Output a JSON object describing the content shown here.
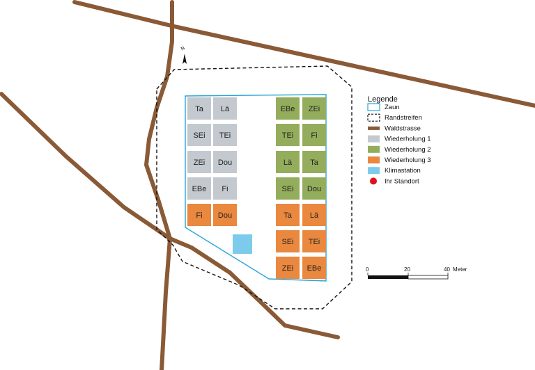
{
  "colors": {
    "road": "#8a5a36",
    "fence": "#29a4d8",
    "rep1": "#c3c9cf",
    "rep2": "#94ad5c",
    "rep3": "#e9883e",
    "climate": "#7ccbec",
    "location": "#e0101c"
  },
  "north_label": "N",
  "legend": {
    "title": "Legende",
    "items": [
      {
        "label": "Zaun",
        "symbol": "fence-outline"
      },
      {
        "label": "Randstreifen",
        "symbol": "dashed-outline"
      },
      {
        "label": "Waldstrasse",
        "symbol": "brown-line"
      },
      {
        "label": "Wiederholung 1",
        "symbol": "grey-square"
      },
      {
        "label": "Wiederholung 2",
        "symbol": "green-square"
      },
      {
        "label": "Wiederholung 3",
        "symbol": "orange-square"
      },
      {
        "label": "Klimastation",
        "symbol": "blue-square"
      },
      {
        "label": "Ihr Standort",
        "symbol": "red-dot"
      }
    ]
  },
  "scalebar": {
    "ticks": [
      "0",
      "20",
      "40"
    ],
    "unit": "Meter"
  },
  "plots": {
    "left": [
      [
        "Ta",
        "Lä"
      ],
      [
        "SEi",
        "TEi"
      ],
      [
        "ZEi",
        "Dou"
      ],
      [
        "EBe",
        "Fi"
      ],
      [
        "Fi",
        "Dou"
      ]
    ],
    "left_rep": [
      1,
      1,
      1,
      1,
      3
    ],
    "right": [
      [
        "EBe",
        "ZEi"
      ],
      [
        "TEi",
        "Fi"
      ],
      [
        "Lä",
        "Ta"
      ],
      [
        "SEi",
        "Dou"
      ],
      [
        "Ta",
        "Lä"
      ],
      [
        "SEi",
        "TEi"
      ],
      [
        "ZEi",
        "EBe"
      ]
    ],
    "right_rep": [
      2,
      2,
      2,
      2,
      3,
      3,
      3
    ]
  }
}
